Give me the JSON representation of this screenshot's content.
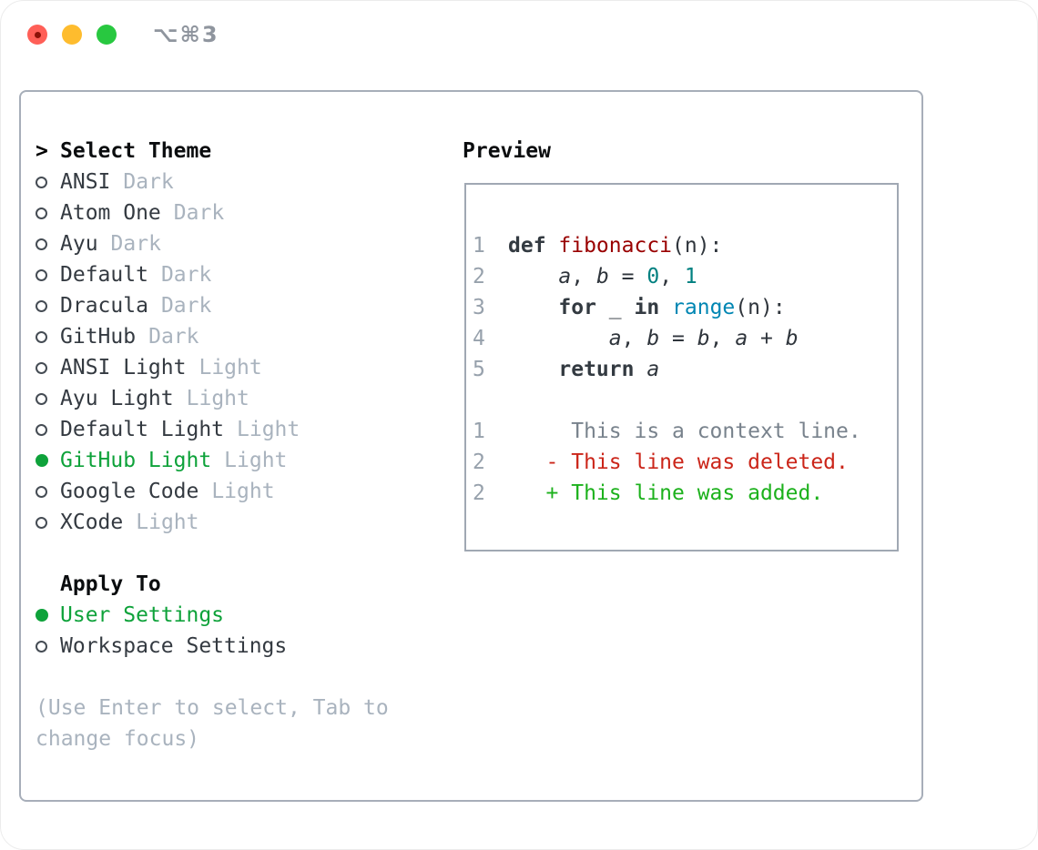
{
  "window": {
    "title_shortcut": "⌥⌘3"
  },
  "traffic_lights": {
    "close_color": "#ff5f57",
    "minimize_color": "#febc2e",
    "zoom_color": "#28c840"
  },
  "panel": {
    "prompt": ">",
    "select_theme_label": "Select Theme",
    "themes": [
      {
        "name": "ANSI",
        "tag": "Dark",
        "selected": false
      },
      {
        "name": "Atom One",
        "tag": "Dark",
        "selected": false
      },
      {
        "name": "Ayu",
        "tag": "Dark",
        "selected": false
      },
      {
        "name": "Default",
        "tag": "Dark",
        "selected": false
      },
      {
        "name": "Dracula",
        "tag": "Dark",
        "selected": false
      },
      {
        "name": "GitHub",
        "tag": "Dark",
        "selected": false
      },
      {
        "name": "ANSI Light",
        "tag": "Light",
        "selected": false
      },
      {
        "name": "Ayu Light",
        "tag": "Light",
        "selected": false
      },
      {
        "name": "Default Light",
        "tag": "Light",
        "selected": false
      },
      {
        "name": "GitHub Light",
        "tag": "Light",
        "selected": true
      },
      {
        "name": "Google Code",
        "tag": "Light",
        "selected": false
      },
      {
        "name": "XCode",
        "tag": "Light",
        "selected": false
      }
    ],
    "apply_to_label": "Apply To",
    "apply_options": [
      {
        "name": "User Settings",
        "selected": true
      },
      {
        "name": "Workspace Settings",
        "selected": false
      }
    ],
    "help": [
      "(Use Enter to select, Tab to",
      "change focus)"
    ]
  },
  "preview": {
    "label": "Preview",
    "code_lines": [
      {
        "num": "1",
        "tokens": [
          {
            "t": "def ",
            "s": "kw"
          },
          {
            "t": "fibonacci",
            "s": "fn"
          },
          {
            "t": "(n):",
            "s": "pl"
          }
        ]
      },
      {
        "num": "2",
        "tokens": [
          {
            "t": "    ",
            "s": "pl"
          },
          {
            "t": "a",
            "s": "var"
          },
          {
            "t": ", ",
            "s": "pl"
          },
          {
            "t": "b",
            "s": "var"
          },
          {
            "t": " = ",
            "s": "pl"
          },
          {
            "t": "0",
            "s": "num"
          },
          {
            "t": ", ",
            "s": "pl"
          },
          {
            "t": "1",
            "s": "num"
          }
        ]
      },
      {
        "num": "3",
        "tokens": [
          {
            "t": "    ",
            "s": "pl"
          },
          {
            "t": "for",
            "s": "kw"
          },
          {
            "t": " _ ",
            "s": "pl"
          },
          {
            "t": "in",
            "s": "kw"
          },
          {
            "t": " ",
            "s": "pl"
          },
          {
            "t": "range",
            "s": "bi"
          },
          {
            "t": "(n):",
            "s": "pl"
          }
        ]
      },
      {
        "num": "4",
        "tokens": [
          {
            "t": "        ",
            "s": "pl"
          },
          {
            "t": "a",
            "s": "var"
          },
          {
            "t": ", ",
            "s": "pl"
          },
          {
            "t": "b",
            "s": "var"
          },
          {
            "t": " = ",
            "s": "pl"
          },
          {
            "t": "b",
            "s": "var"
          },
          {
            "t": ", ",
            "s": "pl"
          },
          {
            "t": "a",
            "s": "var"
          },
          {
            "t": " + ",
            "s": "pl"
          },
          {
            "t": "b",
            "s": "var"
          }
        ]
      },
      {
        "num": "5",
        "tokens": [
          {
            "t": "    ",
            "s": "pl"
          },
          {
            "t": "return",
            "s": "kw"
          },
          {
            "t": " ",
            "s": "pl"
          },
          {
            "t": "a",
            "s": "var"
          }
        ]
      }
    ],
    "diff_lines": [
      {
        "num": "1",
        "text": "     This is a context line.",
        "type": "context"
      },
      {
        "num": "2",
        "text": "   - This line was deleted.",
        "type": "deleted"
      },
      {
        "num": "2",
        "text": "   + This line was added.",
        "type": "added"
      }
    ]
  },
  "colors": {
    "selection_green": "#0ea23a",
    "added_green": "#1cb11c",
    "deleted_red": "#cb2519",
    "context_gray": "#78828c",
    "muted_gray": "#a9b3be",
    "line_number_gray": "#97a1ac",
    "function_red": "#990000",
    "number_teal": "#008080",
    "builtin_blue": "#0086b3",
    "panel_border": "#a7aeb9"
  }
}
